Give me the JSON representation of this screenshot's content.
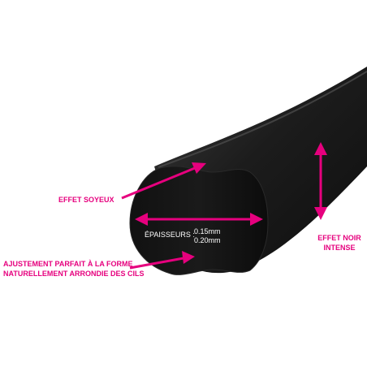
{
  "colors": {
    "accent": "#e6007e",
    "fiber": "#1d1d1d",
    "inner_text": "#ffffff",
    "background": "#ffffff"
  },
  "labels": {
    "effet_soyeux": "EFFET SOYEUX",
    "ajustement_line1": "AJUSTEMENT PARFAIT À LA FORME",
    "ajustement_line2": "NATURELLEMENT ARRONDIE DES CILS",
    "effet_noir_line1": "EFFET NOIR",
    "effet_noir_line2": "INTENSE"
  },
  "thickness": {
    "label": "ÉPAISSEURS :",
    "value1": "0.15mm",
    "value2": "0.20mm"
  },
  "icons": {
    "arrow": "arrow-icon",
    "double_arrow": "double-arrow-icon"
  }
}
